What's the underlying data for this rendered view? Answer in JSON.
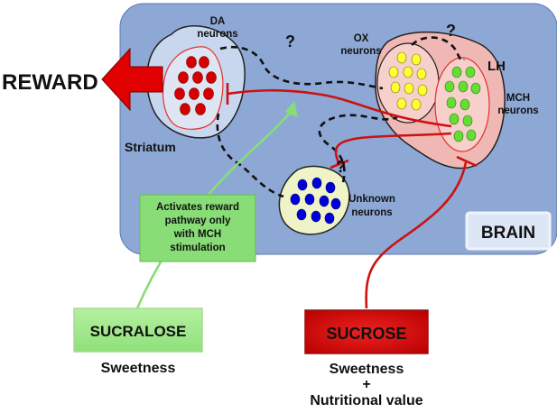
{
  "reward_label": "REWARD",
  "region_labels": {
    "striatum": "Striatum",
    "lh": "LH",
    "brain": "BRAIN"
  },
  "neuron_labels": {
    "da_line1": "DA",
    "da_line2": "neurons",
    "ox_line1": "OX",
    "ox_line2": "neurons",
    "mch_line1": "MCH",
    "mch_line2": "neurons",
    "unknown_line1": "Unknown",
    "unknown_line2": "neurons"
  },
  "question_marks": [
    "?",
    "?",
    "?"
  ],
  "note_box": {
    "line1": "Activates reward",
    "line2": "pathway only",
    "line3": "with MCH",
    "line4": "stimulation"
  },
  "sucralose": {
    "label": "SUCRALOSE",
    "caption": "Sweetness"
  },
  "sucrose": {
    "label": "SUCROSE",
    "caption_line1": "Sweetness",
    "caption_line2": "+",
    "caption_line3": "Nutritional value"
  },
  "colors": {
    "brain_fill": "#8ea8d6",
    "reward_arrow": "#e00000",
    "da_neurons": "#d40000",
    "ox_neurons": "#ffff33",
    "mch_neurons": "#66dd33",
    "unknown_neurons": "#0000dd",
    "sucralose_path": "#88dd77",
    "sucrose_path": "#cc1111"
  }
}
